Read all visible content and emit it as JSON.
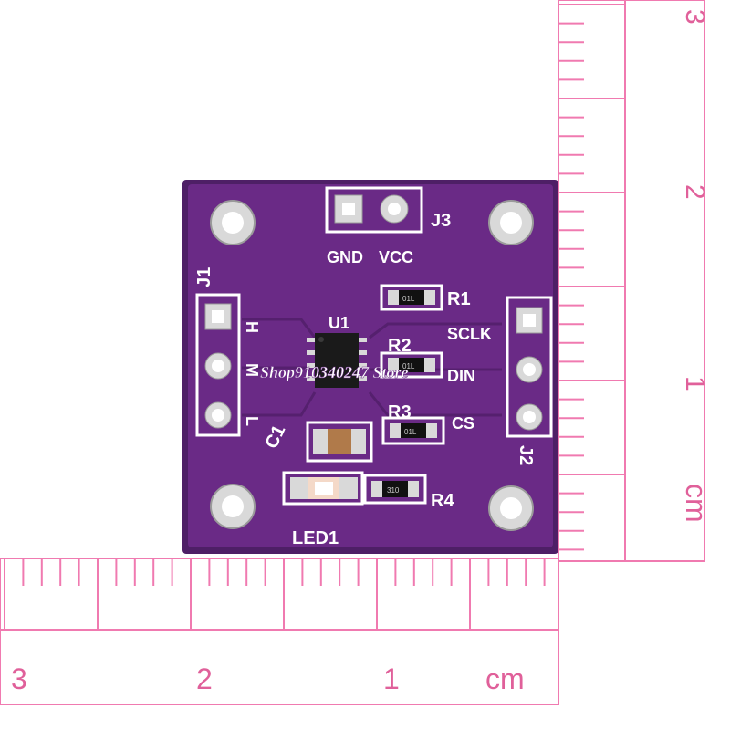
{
  "colors": {
    "ruler": "#f07ab0",
    "pcb": "#6a2a86",
    "pcb_dark": "#4e1f66",
    "silkscreen": "#ffffff",
    "pad": "#d9d9d9",
    "chip": "#1a1a1a",
    "led_lens": "#ffffff"
  },
  "rulers": {
    "vertical_numbers": [
      "3",
      "2",
      "1",
      "cm"
    ],
    "horizontal_numbers": [
      "3",
      "2",
      "1",
      "cm"
    ]
  },
  "board": {
    "connectors": {
      "j3": {
        "label": "J3",
        "pins": [
          "GND",
          "VCC"
        ]
      },
      "j1": {
        "label": "J1",
        "pins": [
          "H",
          "M",
          "L"
        ]
      },
      "j2": {
        "label": "J2",
        "pins": [
          "SCLK",
          "DIN",
          "CS"
        ]
      }
    },
    "components": {
      "u1": "U1",
      "r1": "R1",
      "r2": "R2",
      "r3": "R3",
      "r4": "R4",
      "c1": "C1",
      "led1": "LED1"
    },
    "resistor_markings": {
      "r1": "01L",
      "r2": "01L",
      "r3": "01L",
      "r4": "310"
    }
  },
  "watermark": "Shop910340247 Store"
}
